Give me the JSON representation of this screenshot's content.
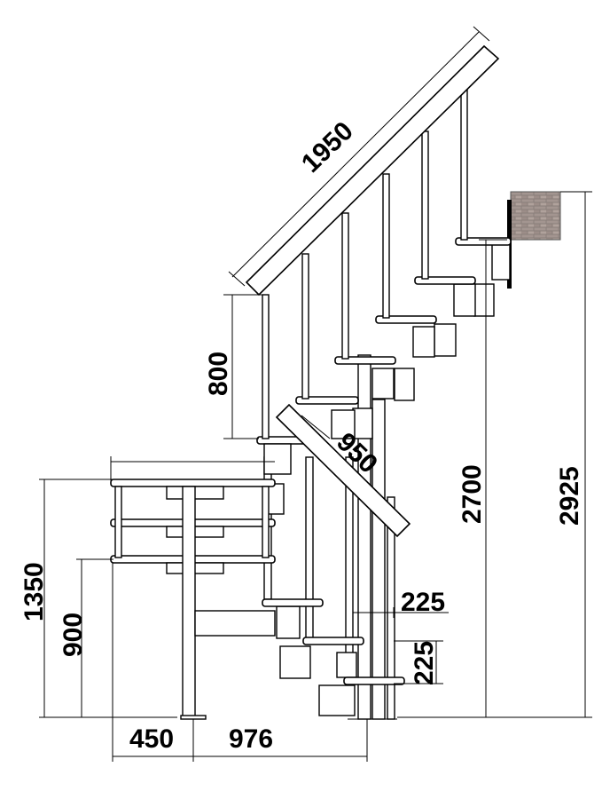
{
  "diagram": {
    "dimensions": {
      "handrail_length": "1950",
      "railing_height": "800",
      "lower_rail_length": "950",
      "height_upper": "2700",
      "height_total": "2925",
      "landing_height_upper": "1350",
      "landing_height_lower": "900",
      "step_depth": "225",
      "step_rise": "225",
      "width_left": "450",
      "width_right": "976"
    },
    "wall_texture": "brick"
  }
}
